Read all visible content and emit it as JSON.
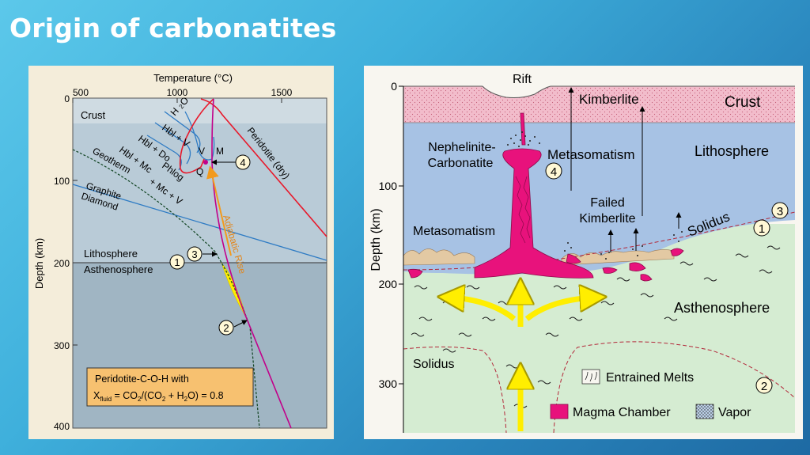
{
  "slide": {
    "title": "Origin of carbonatites"
  },
  "left": {
    "x_axis_title": "Temperature (°C)",
    "x_ticks": [
      "500",
      "1000",
      "1500"
    ],
    "y_axis_title": "Depth (km)",
    "y_ticks": [
      "0",
      "100",
      "200",
      "300",
      "400"
    ],
    "labels": {
      "crust": "Crust",
      "h": "H",
      "two": "2",
      "o": "O",
      "hbl_v": "Hbl + V",
      "hbl_do": "Hbl + Do",
      "hbl_mc": "Hbl + Mc",
      "phlog": "Phlog",
      "mc_v": "+ Mc + V",
      "geotherm": "Geotherm",
      "graphite": "Graphite",
      "diamond": "Diamond",
      "peridotite_dry": "Peridotite (dry)",
      "v": "V",
      "m": "M",
      "q": "Q",
      "adiabatic": "Adiabatic Rise",
      "lithosphere": "Lithosphere",
      "asthenosphere": "Asthenosphere",
      "marker1": "1",
      "marker2": "2",
      "marker3": "3",
      "marker4": "4"
    },
    "box_line1": "Peridotite-C-O-H with",
    "box_x": "X",
    "box_fluid": "fluid",
    "box_eq": " = CO",
    "box_sub2a": "2",
    "box_mid": "/(CO",
    "box_sub2b": "2",
    "box_plus": " + H",
    "box_sub2c": "2",
    "box_end": "O) = 0.8"
  },
  "right": {
    "y_axis_title": "Depth (km)",
    "y_ticks": [
      "0",
      "100",
      "200",
      "300"
    ],
    "labels": {
      "rift": "Rift",
      "kimberlite": "Kimberlite",
      "crust": "Crust",
      "nephelinite1": "Nephelinite-",
      "nephelinite2": "Carbonatite",
      "metasomatism_top": "Metasomatism",
      "lithosphere": "Lithosphere",
      "failed1": "Failed",
      "failed2": "Kimberlite",
      "metasomatism_left": "Metasomatism",
      "solidus_right": "Solidus",
      "asthenosphere": "Asthenosphere",
      "solidus_bottom": "Solidus",
      "entrained": "Entrained Melts",
      "magma_chamber": "Magma Chamber",
      "vapor": "Vapor",
      "marker1": "1",
      "marker2": "2",
      "marker3": "3",
      "marker4": "4"
    }
  },
  "colors": {
    "background_top": "#5cc8ea",
    "background_bottom": "#1e6aa3",
    "magma": "#e8127c",
    "crust_pink": "#f2bccb",
    "lithosphere_blue": "#a7c2e4",
    "asthenosphere_green": "#d5ecd2",
    "peridotite_line": "#e8192b",
    "adiabat_line": "#c2008a",
    "phase_lines": "#2e7bc4",
    "arrow_orange": "#f29a1d",
    "melt_yellow": "#ffee00"
  }
}
